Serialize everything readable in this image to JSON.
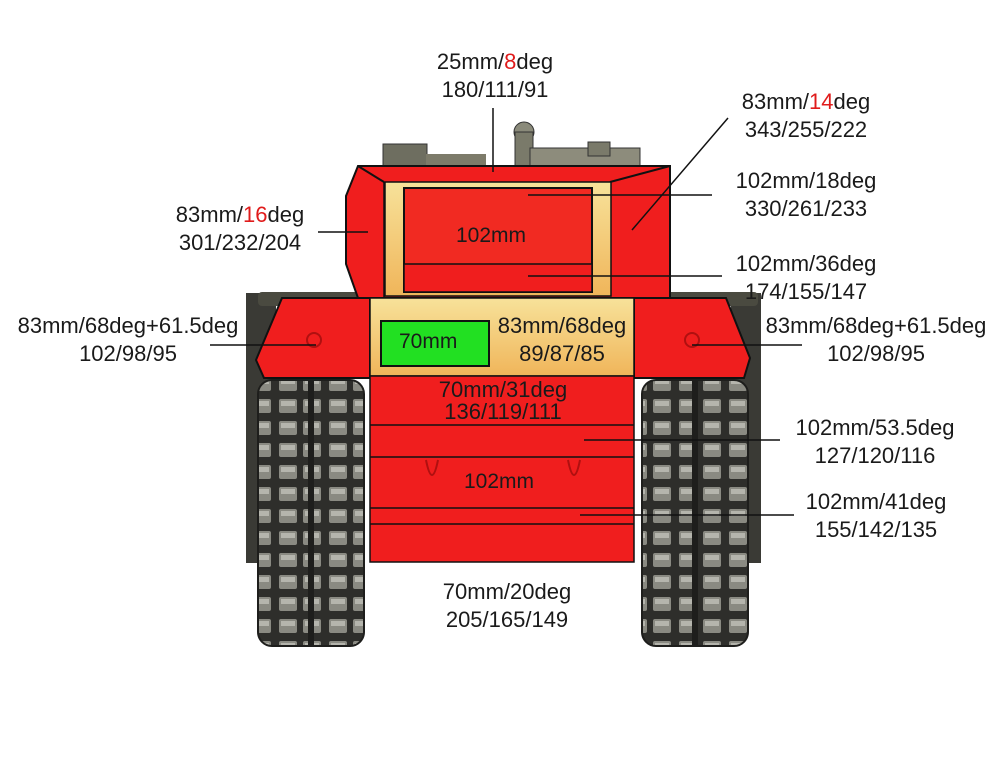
{
  "colors": {
    "armor_red": "#f01e1e",
    "armor_yellow": "#f6d27a",
    "armor_green": "#22e022",
    "highlight_red": "#e01b1b",
    "track_dark": "#2e2e2b"
  },
  "labels": {
    "top_turret": {
      "pre": "25mm/",
      "hi": "8",
      "post": "deg",
      "line2": "180/111/91"
    },
    "turret_left": {
      "pre": "83mm/",
      "hi": "16",
      "post": "deg",
      "line2": "301/232/204"
    },
    "turret_right": {
      "pre": "83mm/",
      "hi": "14",
      "post": "deg",
      "line2": "343/255/222"
    },
    "mantlet_upper": {
      "line1": "102mm/18deg",
      "line2": "330/261/233"
    },
    "mantlet_lower": {
      "line1": "102mm/36deg",
      "line2": "174/155/147"
    },
    "hull_left": {
      "line1": "83mm/68deg+61.5deg",
      "line2": "102/98/95"
    },
    "hull_right": {
      "line1": "83mm/68deg+61.5deg",
      "line2": "102/98/95"
    },
    "driver_plate": {
      "line1": "83mm/68deg",
      "line2": "89/87/85"
    },
    "upper_glacis": {
      "line1": "70mm/31deg",
      "line2": "136/119/111"
    },
    "mid_plate": {
      "line1": "102mm/53.5deg",
      "line2": "127/120/116"
    },
    "lower_plate": {
      "line1": "102mm/41deg",
      "line2": "155/142/135"
    },
    "lower_glacis": {
      "line1": "70mm/20deg",
      "line2": "205/165/149"
    }
  },
  "inner_labels": {
    "gun_mantlet": "102mm",
    "driver_hatch": "70mm",
    "front_hull": "102mm"
  }
}
